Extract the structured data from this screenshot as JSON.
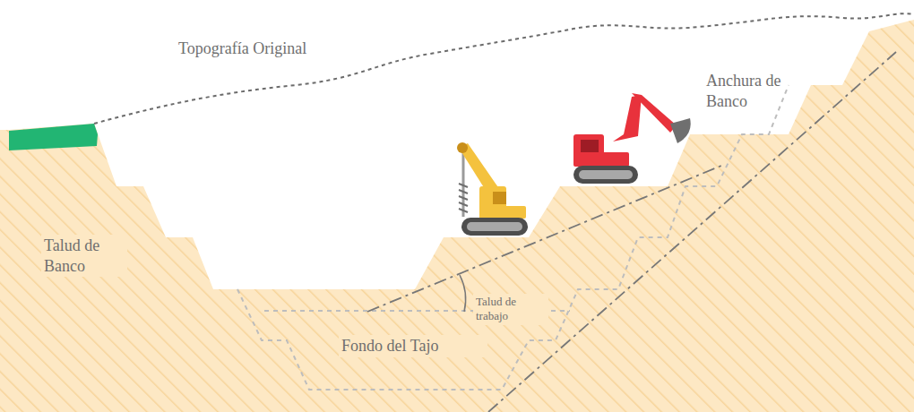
{
  "diagram": {
    "labels": [
      "Topografía Original",
      "Anchura de Banco",
      "Talud de Banco",
      "Talud de trabajo",
      "Fondo del Tajo"
    ]
  }
}
